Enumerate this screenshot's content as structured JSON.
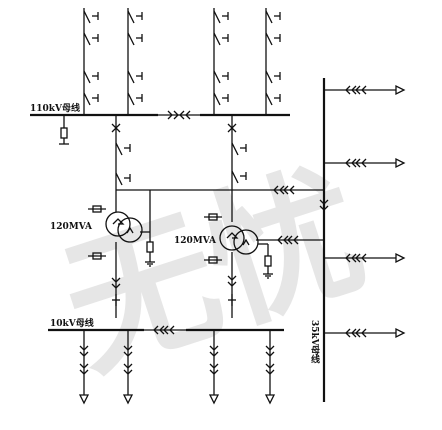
{
  "labels": {
    "bus_110kv": "110kV母线",
    "bus_10kv": "10kV母线",
    "bus_35kv": "35kV母线",
    "transformer_1": "120MVA",
    "transformer_2": "120MVA"
  },
  "watermark": {
    "text": "无忧",
    "color": "#d2d2d2"
  },
  "colors": {
    "line": "#111111",
    "background": "#ffffff"
  }
}
